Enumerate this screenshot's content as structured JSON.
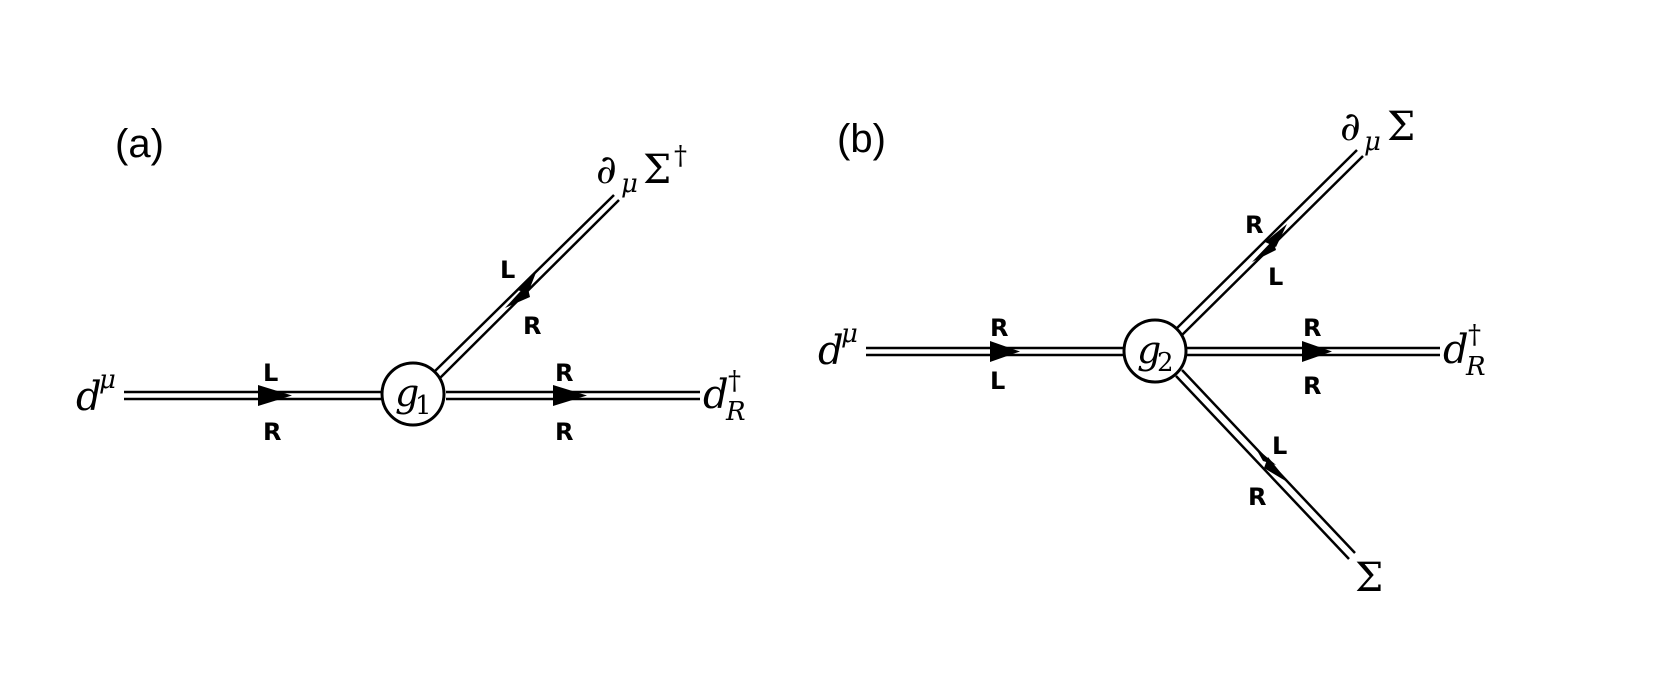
{
  "panel_a": {
    "label": "(a)",
    "vertex": {
      "symbol": "g",
      "subscript": "1"
    },
    "lines": {
      "d_mu": {
        "top": "L",
        "bottom": "R"
      },
      "dR_dagger": {
        "top": "R",
        "bottom": "R"
      },
      "dSigma_dagger": {
        "top": "L",
        "bottom": "R"
      }
    },
    "ext_labels": {
      "d_mu": {
        "base": "d",
        "sup": "μ"
      },
      "dR_dagger": {
        "base": "d",
        "sup": "†",
        "sub": "R"
      },
      "dSigma_dagger": {
        "pre": "∂",
        "sub": "μ",
        "base": "Σ",
        "sup": "†"
      }
    }
  },
  "panel_b": {
    "label": "(b)",
    "vertex": {
      "symbol": "g",
      "subscript": "2"
    },
    "lines": {
      "d_mu": {
        "top": "R",
        "bottom": "L"
      },
      "dR_dagger": {
        "top": "R",
        "bottom": "R"
      },
      "dSigma": {
        "top": "R",
        "bottom": "L"
      },
      "Sigma": {
        "top": "L",
        "bottom": "R"
      }
    },
    "ext_labels": {
      "d_mu": {
        "base": "d",
        "sup": "μ"
      },
      "dR_dagger": {
        "base": "d",
        "sup": "†",
        "sub": "R"
      },
      "dSigma": {
        "pre": "∂",
        "sub": "μ",
        "base": "Σ"
      },
      "Sigma": {
        "base": "Σ"
      }
    }
  }
}
